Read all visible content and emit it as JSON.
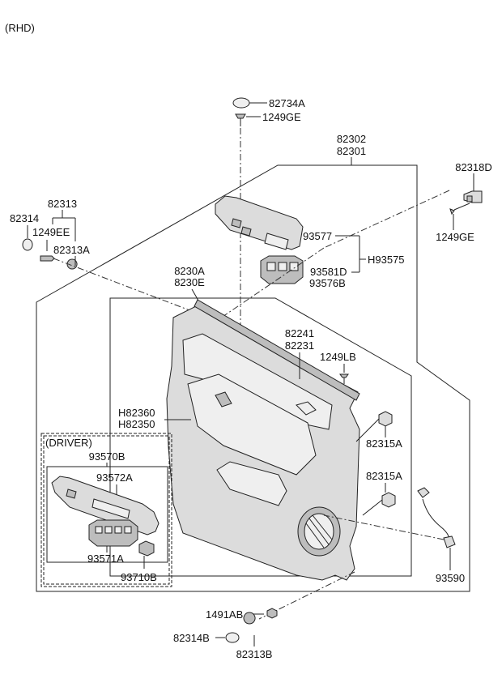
{
  "header": {
    "note": "(RHD)"
  },
  "labels": {
    "p82734A": "82734A",
    "p1249GE_top": "1249GE",
    "p82302": "82302",
    "p82301": "82301",
    "p82318D": "82318D",
    "p1249GE_right": "1249GE",
    "p82313": "82313",
    "p82314": "82314",
    "p1249EE": "1249EE",
    "p82313A": "82313A",
    "p93577": "93577",
    "p93581D": "93581D",
    "p93576B": "93576B",
    "pH93575": "H93575",
    "p8230A": "8230A",
    "p8230E": "8230E",
    "p82241": "82241",
    "p82231": "82231",
    "p1249LB": "1249LB",
    "pH82360": "H82360",
    "pH82350": "H82350",
    "p82315A_1": "82315A",
    "p82315A_2": "82315A",
    "driver": "(DRIVER)",
    "p93570B": "93570B",
    "p93572A": "93572A",
    "p93571A": "93571A",
    "p93710B": "93710B",
    "p93590": "93590",
    "p1491AB": "1491AB",
    "p82314B": "82314B",
    "p82313B": "82313B"
  }
}
